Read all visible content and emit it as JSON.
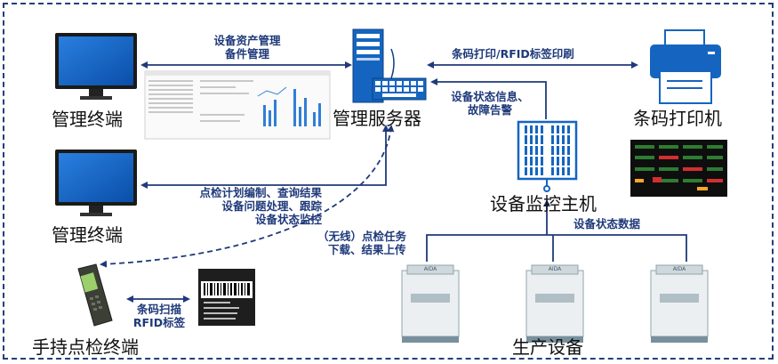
{
  "nodes": {
    "terminal_1": "管理终端",
    "terminal_2": "管理终端",
    "server": "管理服务器",
    "printer": "条码打印机",
    "monitor_host": "设备监控主机",
    "handheld": "手持点检终端",
    "production": "生产设备"
  },
  "links": {
    "asset_mgmt_1": "设备资产管理",
    "asset_mgmt_2": "备件管理",
    "print_1": "条码打印/RFID标签印刷",
    "status_1": "设备状态信息、",
    "status_2": "故障告警",
    "inspection_1": "点检计划编制、查询结果",
    "inspection_2": "设备问题处理、跟踪",
    "inspection_3": "设备状态监控",
    "wireless_1": "（无线）点检任务",
    "wireless_2": "下载、结果上传",
    "device_data": "设备状态数据",
    "scan_1": "条码扫描",
    "scan_2": "RFID标签"
  },
  "machine_brand": "AIDA",
  "colors": {
    "diagram_blue": "#1f3a7a",
    "icon_blue": "#1565c0",
    "frame_border": "#233f7a"
  }
}
